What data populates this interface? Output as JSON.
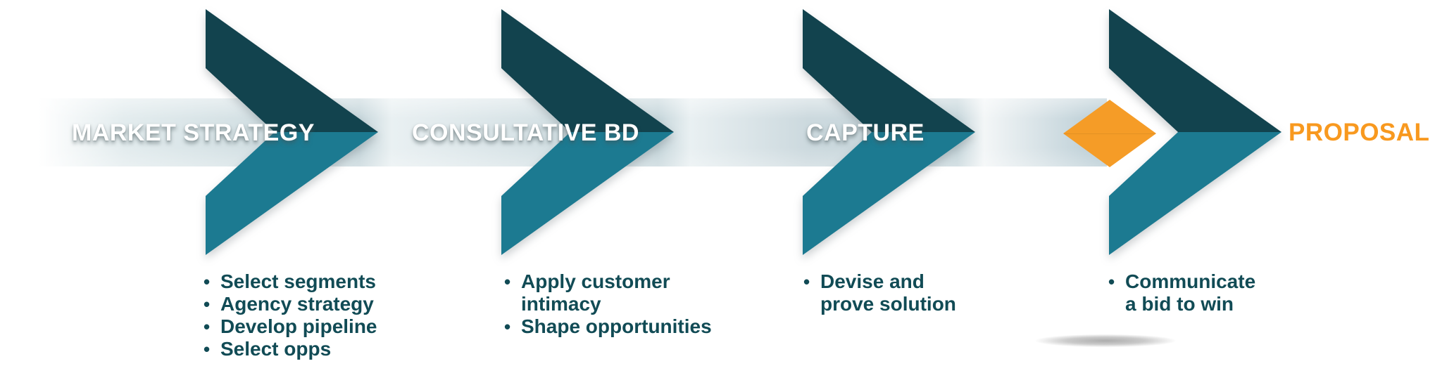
{
  "diagram": {
    "title_hint": "business development process flow",
    "stages": [
      {
        "label": "MARKET STRATEGY",
        "bullets": [
          "Select segments",
          "Agency strategy",
          "Develop pipeline",
          "Select opps"
        ]
      },
      {
        "label": "CONSULTATIVE BD",
        "bullets": [
          "Apply customer\nintimacy",
          "Shape opportunities"
        ]
      },
      {
        "label": "CAPTURE",
        "bullets": [
          "Devise and\nprove solution"
        ]
      },
      {
        "label": "PROPOSAL",
        "bullets": [
          "Communicate\na bid to win"
        ]
      }
    ],
    "icons": {
      "chevron": "chevron-arrow-icon",
      "diamond": "milestone-diamond-icon"
    },
    "colors": {
      "chevron_dark": "#12434E",
      "chevron_light": "#1C7A91",
      "band_blue": "#C7D7DC",
      "band_pale": "#E9F0F2",
      "diamond_orange": "#F59C27",
      "proposal_text": "#F8991F",
      "bullet_text": "#114B55",
      "label_text": "#FFFFFF"
    }
  }
}
